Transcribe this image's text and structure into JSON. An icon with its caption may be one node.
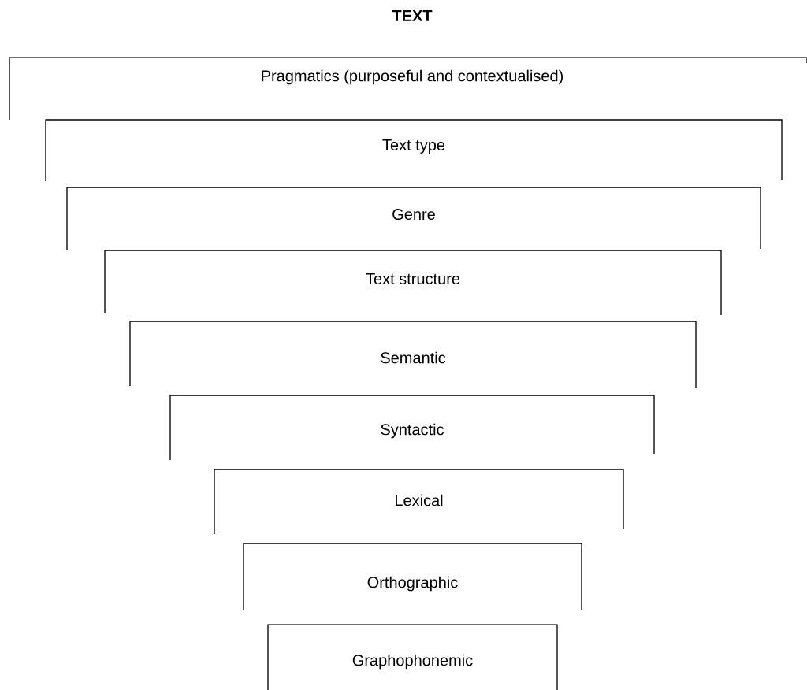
{
  "diagram": {
    "title": "TEXT",
    "nodes": [
      {
        "text": [
          "Pragmatics (purposeful and contextualised)"
        ]
      },
      {
        "text": [
          "Text type"
        ]
      },
      {
        "text": [
          "Genre"
        ]
      },
      {
        "text": [
          "Text structure"
        ]
      },
      {
        "text": [
          "Semantic"
        ]
      },
      {
        "text": [
          "Syntactic"
        ]
      },
      {
        "text": [
          "Lexical"
        ]
      },
      {
        "text": [
          "Orthographic"
        ]
      },
      {
        "text": [
          "Graphophonemic"
        ]
      }
    ]
  }
}
